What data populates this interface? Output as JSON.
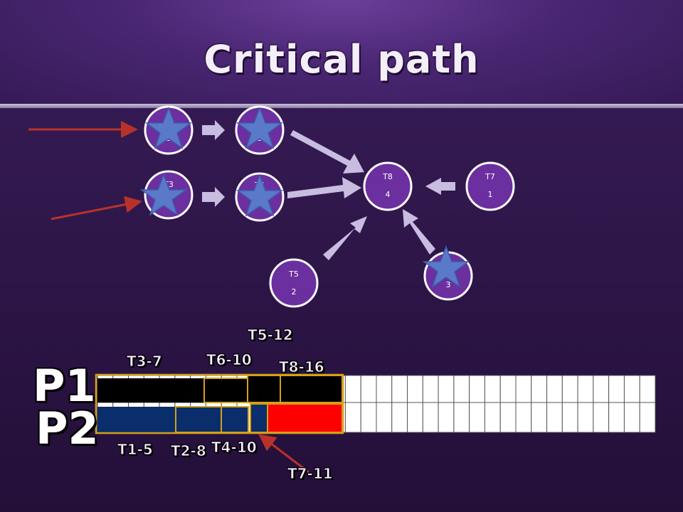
{
  "title": "Critical path",
  "nodes": [
    {
      "id": "T1",
      "label": "T1",
      "value": "5"
    },
    {
      "id": "T2",
      "label": "T2",
      "value": "3"
    },
    {
      "id": "T3",
      "label": "T3",
      "value": "7"
    },
    {
      "id": "T4",
      "label": "T4",
      "value": "2"
    },
    {
      "id": "T5",
      "label": "T5",
      "value": "2"
    },
    {
      "id": "T6",
      "label": "T6",
      "value": "3"
    },
    {
      "id": "T7",
      "label": "T7",
      "value": "1"
    },
    {
      "id": "T8",
      "label": "T8",
      "value": "4"
    }
  ],
  "processors": {
    "p1": "P1",
    "p2": "P2"
  },
  "schedule_labels": {
    "t5": "T5-12",
    "t3": "T3-7",
    "t6": "T6-10",
    "t8": "T8-16",
    "t1": "T1-5",
    "t2": "T2-8",
    "t4": "T4-10",
    "t7": "T7-11"
  },
  "timeline": {
    "slots": 36
  },
  "colors": {
    "header": "#4a2673",
    "node": "#6b2fa0",
    "star": "#5a79c9",
    "p1_tasks": "#000000",
    "p2_tasks": "#0a2d6b",
    "t8_p2": "#ff0000",
    "highlight": "#d4a017",
    "arrow_red": "#b8322a"
  }
}
